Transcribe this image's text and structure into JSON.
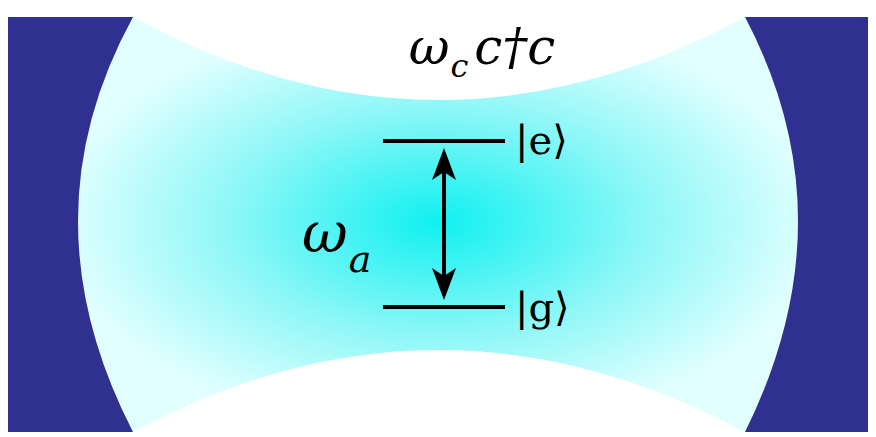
{
  "diagram": {
    "labels": [
      "ω",
      "c",
      "c†c",
      "|e⟩",
      "ω",
      "a",
      "|g⟩"
    ]
  }
}
